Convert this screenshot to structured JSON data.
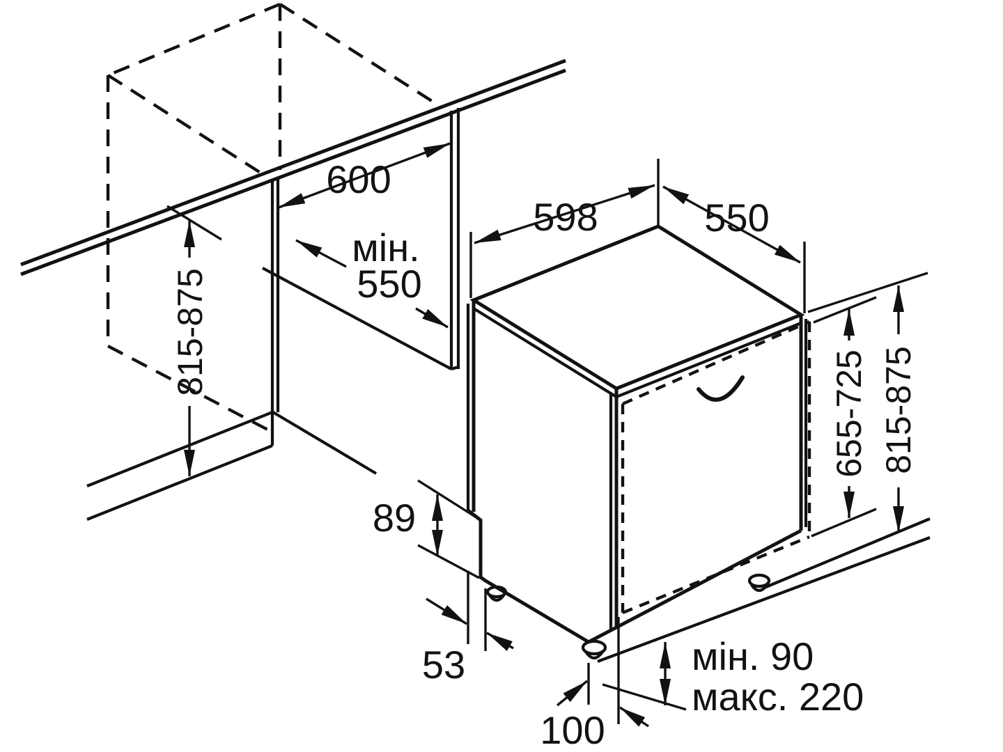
{
  "diagram": {
    "kind": "built-in dishwasher installation drawing",
    "units_note": "",
    "colors": {
      "line": "#121212",
      "background": "#ffffff"
    },
    "dimensions": {
      "cabinet_height_left": "815-875",
      "niche_width": "600",
      "niche_depth_prefix": "мін.",
      "niche_depth_value": "550",
      "appliance_width": "598",
      "appliance_depth": "550",
      "door_panel_height": "655-725",
      "appliance_height_right": "815-875",
      "base_notch_height": "89",
      "base_notch_depth": "53",
      "foot_inset": "100",
      "plinth_clearance_min": "мін. 90",
      "plinth_clearance_max": "макс. 220"
    }
  }
}
